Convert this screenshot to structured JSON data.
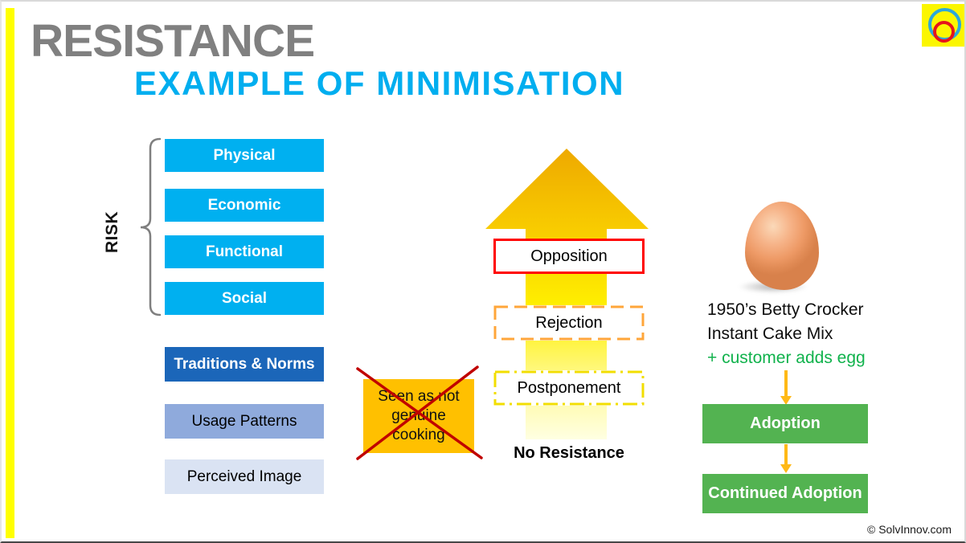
{
  "slide": {
    "title": "RESISTANCE",
    "subtitle": "EXAMPLE OF MINIMISATION",
    "copyright": "© SolvInnov.com",
    "title_color": "#808080",
    "subtitle_color": "#00AEEF",
    "accent_bar_color": "#FFFF00"
  },
  "logo": {
    "background": "#FBF600",
    "outer_ring_color": "#2CA7DB",
    "inner_ring_color": "#E5151C"
  },
  "risk_group": {
    "label": "RISK",
    "box_color": "#00B0F0",
    "items": [
      {
        "label": "Physical"
      },
      {
        "label": "Economic"
      },
      {
        "label": "Functional"
      },
      {
        "label": "Social"
      }
    ]
  },
  "factors": {
    "items": [
      {
        "label": "Traditions & Norms",
        "bg": "#1B66B9",
        "fg": "#FFFFFF"
      },
      {
        "label": "Usage Patterns",
        "bg": "#8FAADC",
        "fg": "#000000"
      },
      {
        "label": "Perceived Image",
        "bg": "#DAE3F3",
        "fg": "#000000"
      }
    ]
  },
  "crossed_note": {
    "text": "Seen as not genuine cooking",
    "bg": "#FFC000",
    "cross_color": "#C00000"
  },
  "ladder": {
    "stages": [
      {
        "label": "Opposition",
        "border_style": "solid",
        "border_color": "#FF0000"
      },
      {
        "label": "Rejection",
        "border_style": "dashed",
        "border_color": "#FFA63A"
      },
      {
        "label": "Postponement",
        "border_style": "dash-dot",
        "border_color": "#F2DE00"
      }
    ],
    "baseline": "No Resistance",
    "arrow_gradient_top": "#EEA900",
    "arrow_gradient_mid": "#FFE800",
    "arrow_gradient_bottom": "#FFFFE2"
  },
  "case_study": {
    "image": "egg",
    "title_line1": "1950’s Betty Crocker",
    "title_line2": "Instant Cake Mix",
    "highlight": "+ customer adds egg",
    "highlight_color": "#10B24C",
    "connector_color": "#FFB916",
    "step_bg": "#53B351",
    "steps": [
      {
        "label": "Adoption"
      },
      {
        "label": "Continued Adoption"
      }
    ]
  }
}
